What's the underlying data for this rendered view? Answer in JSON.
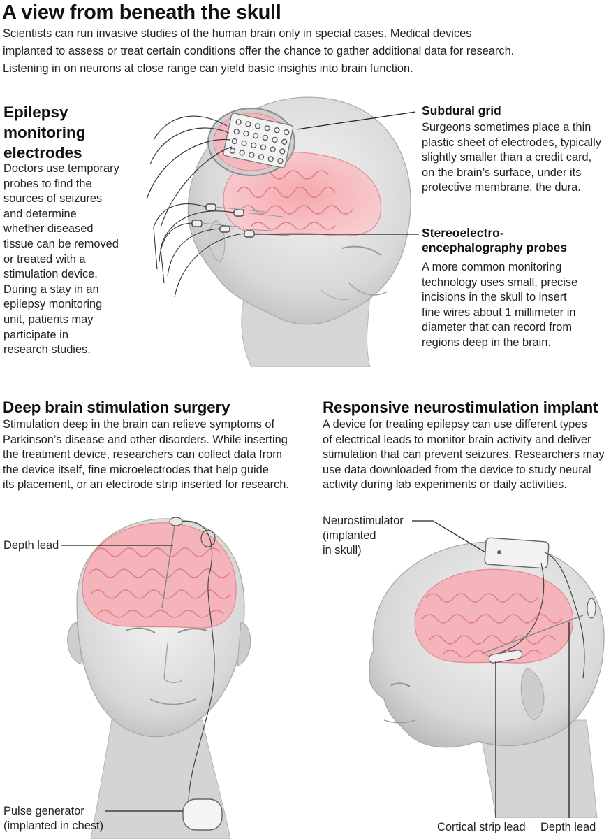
{
  "title": "A view from beneath the skull",
  "intro": "Scientists can run invasive studies of the human brain only in special cases. Medical devices\nimplanted to assess or treat certain conditions offer the chance to gather additional data for research.\nListening in on neurons at close range can yield basic insights into brain function.",
  "epilepsy": {
    "heading": "Epilepsy\nmonitoring\nelectrodes",
    "body": "Doctors use temporary\nprobes to find the\nsources of seizures\nand determine\nwhether diseased\ntissue can be removed\nor treated with a\nstimulation device.\nDuring a stay in an\nepilepsy monitoring\nunit, patients may\nparticipate in\nresearch studies."
  },
  "subdural": {
    "heading": "Subdural grid",
    "body": "Surgeons sometimes place a thin\nplastic sheet of electrodes, typically\nslightly smaller than a credit card,\non the brain’s surface, under its\nprotective membrane, the dura."
  },
  "seeg": {
    "heading": "Stereoelectro-\nencephalography probes",
    "body": "A more common monitoring\ntechnology uses small, precise\nincisions in the skull to insert\nfine wires about 1 millimeter in\ndiameter that can record from\nregions deep in the brain."
  },
  "dbs": {
    "heading": "Deep brain stimulation surgery",
    "body": "Stimulation deep in the brain can relieve symptoms of\nParkinson’s disease and other disorders. While inserting\nthe treatment device, researchers can collect data from\nthe device itself, fine microelectrodes that help guide\nits placement, or an electrode strip inserted for research.",
    "label_depth": "Depth lead",
    "label_pulse": "Pulse generator\n(implanted in chest)"
  },
  "rns": {
    "heading": "Responsive neurostimulation implant",
    "body": "A device for treating epilepsy can use different types\nof electrical leads to monitor brain activity and deliver\nstimulation that can prevent seizures. Researchers may\nuse data downloaded from the device to study neural\nactivity during lab experiments or daily activities.",
    "label_neuro": "Neurostimulator\n(implanted\nin skull)",
    "label_cortical": "Cortical strip lead",
    "label_depth": "Depth lead"
  },
  "icons": [
    "head-illustration-electrodes",
    "head-illustration-dbs",
    "head-illustration-rns"
  ],
  "colors": {
    "brain": "#f1a3aa",
    "head": "#dcdcdc",
    "text": "#1a1a1a",
    "lines": "#333333"
  }
}
